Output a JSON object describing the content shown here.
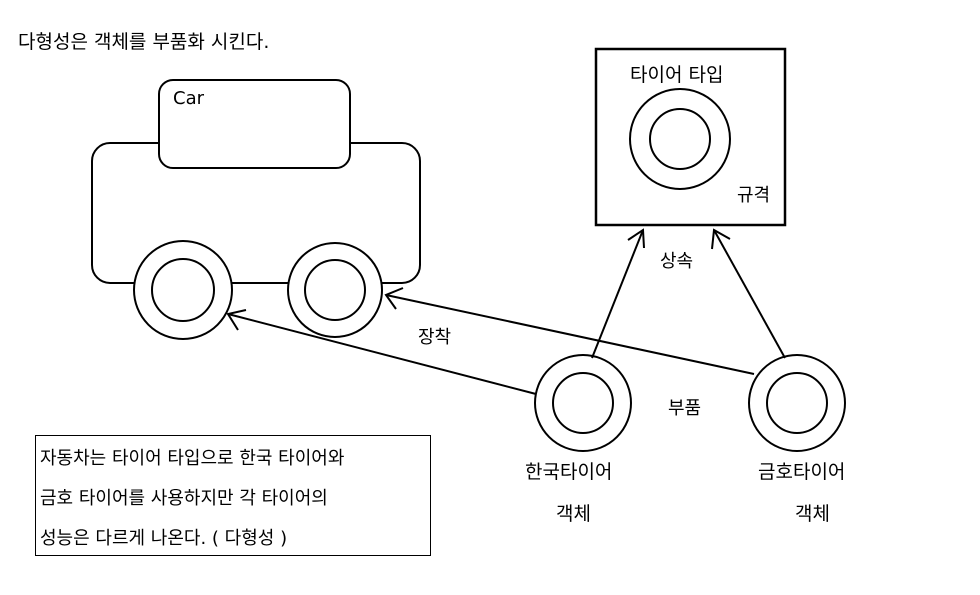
{
  "title": "다형성은 객체를 부품화 시킨다.",
  "car": {
    "label": "Car"
  },
  "tire_type": {
    "label": "타이어 타입",
    "spec_label": "규격"
  },
  "relations": {
    "inherit": "상속",
    "mount": "장착",
    "part": "부품"
  },
  "hankook": {
    "line1": "한국타이어",
    "line2": "객체"
  },
  "kumho": {
    "line1": "금호타이어",
    "line2": "객체"
  },
  "note": {
    "lines": [
      "자동차는 타이어 타입으로 한국 타이어와",
      "금호 타이어를 사용하지만 각 타이어의",
      "성능은 다르게 나온다. ( 다형성 )"
    ]
  }
}
